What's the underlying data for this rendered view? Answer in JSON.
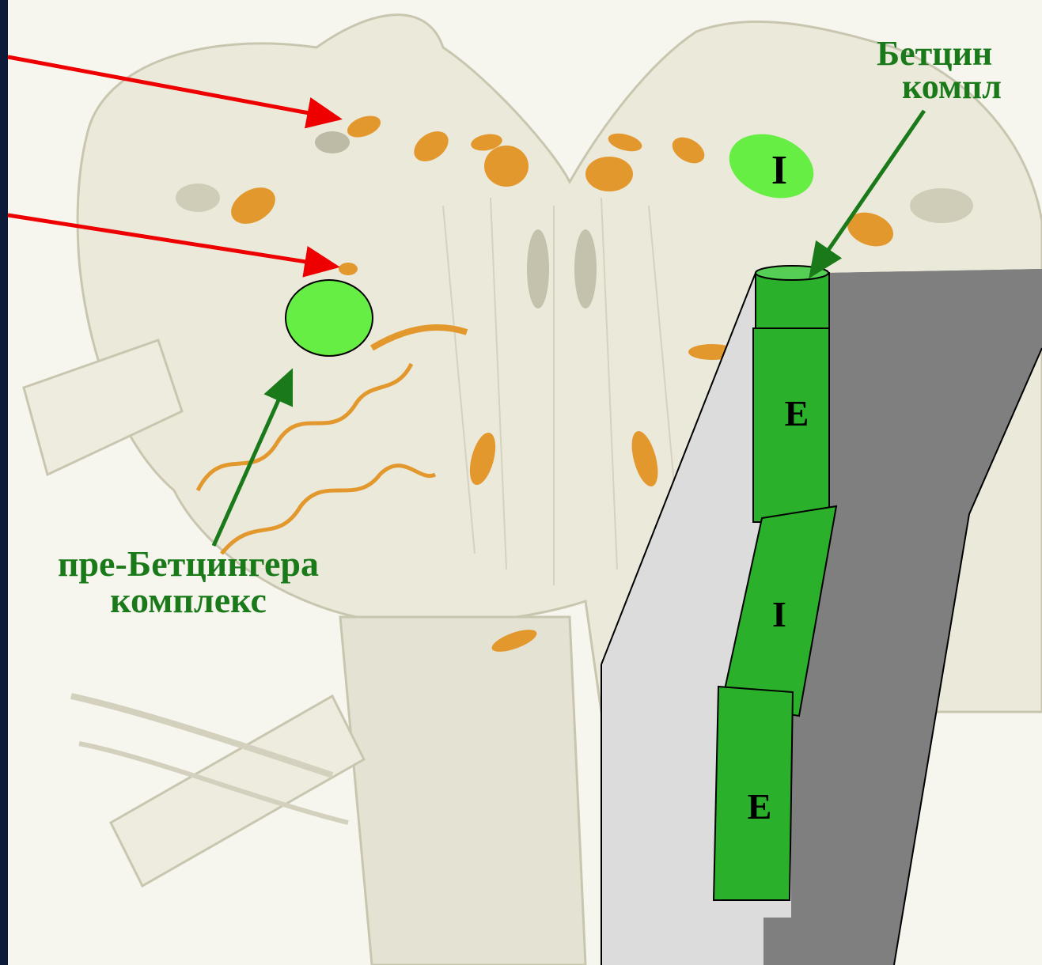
{
  "labels": {
    "pre_botzinger_line1": "пре-Бетцингера",
    "pre_botzinger_line2": "комплекс",
    "botzinger_line1": "Бетцин",
    "botzinger_line2": "компл",
    "neuron_I_top": "I",
    "column_E_upper": "E",
    "column_I_middle": "I",
    "column_E_lower": "E"
  },
  "colors": {
    "background": "#f7f6ee",
    "tissue": "#e8e6d6",
    "tissue_line": "#c9c6b0",
    "nucleus_orange": "#e3982e",
    "label_green": "#1a7a1a",
    "neuron_green": "#66ee44",
    "column_green": "#2ab02a",
    "arrow_red": "#ee0000",
    "arrow_green": "#1a7a1a",
    "slab_light": "#dcdcdc",
    "slab_dark": "#7f7f7f",
    "left_edge": "#0c1a3a"
  }
}
